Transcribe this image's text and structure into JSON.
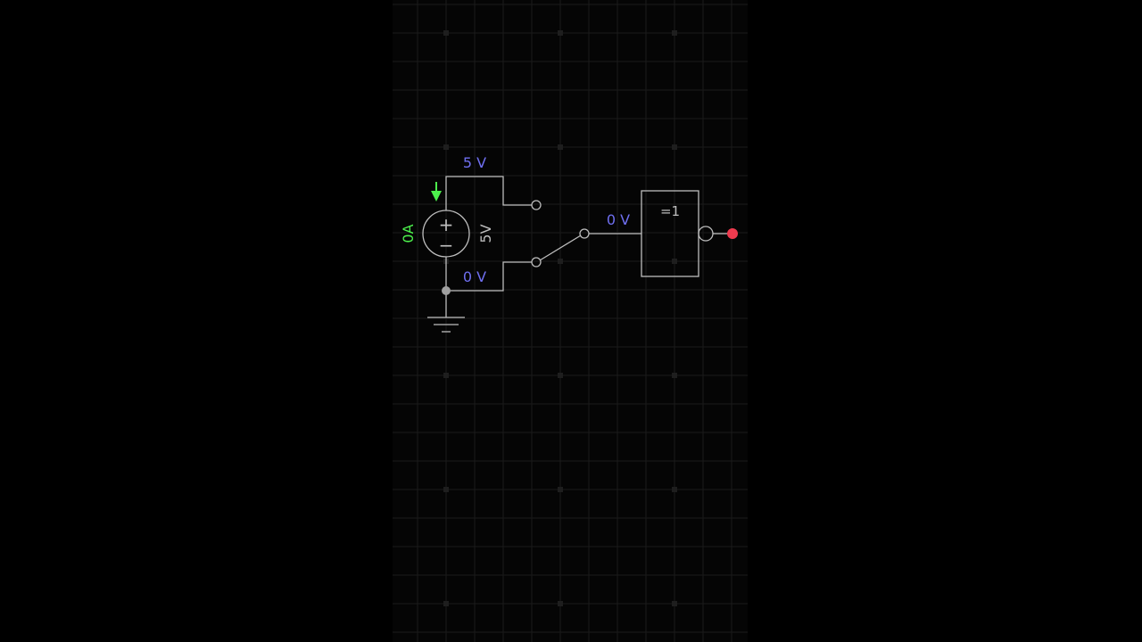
{
  "circuit": {
    "source": {
      "current_label": "0A",
      "voltage_label": "5V",
      "plus": "+",
      "minus": "−"
    },
    "nodes": {
      "top_voltage": "5 V",
      "bottom_voltage": "0 V",
      "switch_output_voltage": "0 V"
    },
    "gate": {
      "label": "=1"
    },
    "colors": {
      "voltage": "#6f6ff0",
      "current": "#4cf04c",
      "output_low": "#ef3b4f",
      "wire": "#bdbdbd"
    }
  }
}
